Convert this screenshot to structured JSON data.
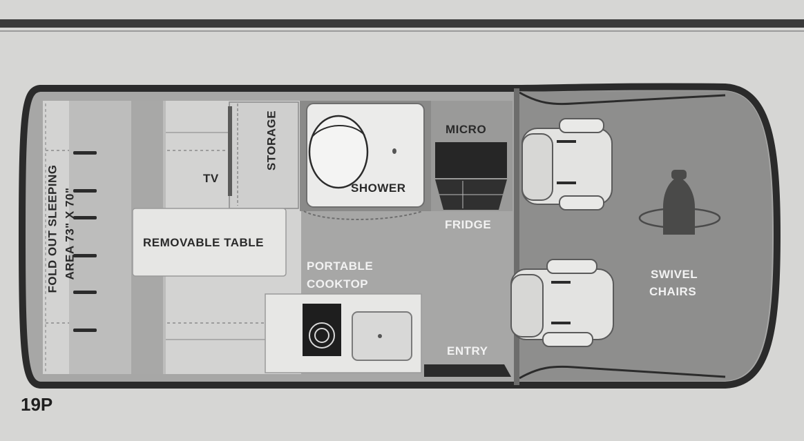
{
  "model": "19P",
  "labels": {
    "fold_out_line1": "FOLD OUT SLEEPING",
    "fold_out_line2": "AREA 73\" X 70\"",
    "tv": "TV",
    "storage": "STORAGE",
    "shower": "SHOWER",
    "micro": "MICRO",
    "fridge": "FRIDGE",
    "removable_table": "REMOVABLE TABLE",
    "portable_cooktop_line1": "PORTABLE",
    "portable_cooktop_line2": "COOKTOP",
    "entry": "ENTRY",
    "swivel_chairs_line1": "SWIVEL",
    "swivel_chairs_line2": "CHAIRS"
  },
  "colors": {
    "background": "#d6d6d4",
    "van_outline": "#2b2b2b",
    "cab_floor": "#8f8f8f",
    "living_floor": "#a9a9a8",
    "fixture": "#e6e6e4"
  }
}
